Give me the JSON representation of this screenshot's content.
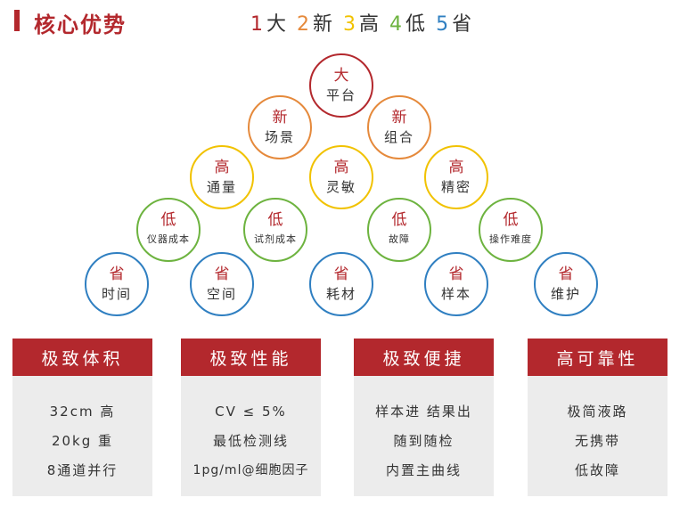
{
  "header": {
    "title": "核心优势",
    "slogan": [
      {
        "num": "1",
        "word": "大"
      },
      {
        "num": "2",
        "word": "新"
      },
      {
        "num": "3",
        "word": "高"
      },
      {
        "num": "4",
        "word": "低"
      },
      {
        "num": "5",
        "word": "省"
      }
    ]
  },
  "colors": {
    "red": "#b3282d",
    "orange": "#e5893b",
    "yellow": "#f1c200",
    "green": "#6db33f",
    "blue": "#2f7fc1",
    "card_bg": "#ececec"
  },
  "pyramid": {
    "row1": [
      {
        "top": "大",
        "label": "平台"
      }
    ],
    "row2": [
      {
        "top": "新",
        "label": "场景"
      },
      {
        "top": "新",
        "label": "组合"
      }
    ],
    "row3": [
      {
        "top": "高",
        "label": "通量"
      },
      {
        "top": "高",
        "label": "灵敏"
      },
      {
        "top": "高",
        "label": "精密"
      }
    ],
    "row4": [
      {
        "top": "低",
        "label": "仪器成本"
      },
      {
        "top": "低",
        "label": "试剂成本"
      },
      {
        "top": "低",
        "label": "故障"
      },
      {
        "top": "低",
        "label": "操作难度"
      }
    ],
    "row5": [
      {
        "top": "省",
        "label": "时间"
      },
      {
        "top": "省",
        "label": "空间"
      },
      {
        "top": "省",
        "label": "耗材"
      },
      {
        "top": "省",
        "label": "样本"
      },
      {
        "top": "省",
        "label": "维护"
      }
    ]
  },
  "cards": [
    {
      "title": "极致体积",
      "lines": [
        "32cm  高",
        "20kg  重",
        "8通道并行"
      ]
    },
    {
      "title": "极致性能",
      "lines": [
        "CV ≤ 5%",
        "最低检测线",
        "1pg/ml@细胞因子"
      ]
    },
    {
      "title": "极致便捷",
      "lines": [
        "样本进 结果出",
        "随到随检",
        "内置主曲线"
      ]
    },
    {
      "title": "高可靠性",
      "lines": [
        "极简液路",
        "无携带",
        "低故障"
      ]
    }
  ]
}
